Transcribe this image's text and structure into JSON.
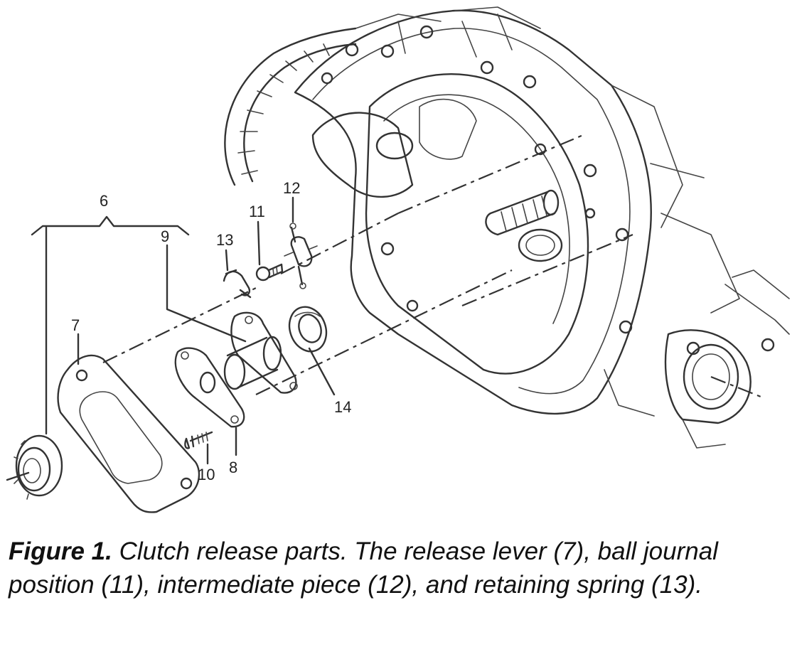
{
  "diagram": {
    "callouts": [
      {
        "id": "6",
        "text": "6"
      },
      {
        "id": "7",
        "text": "7"
      },
      {
        "id": "8",
        "text": "8"
      },
      {
        "id": "9",
        "text": "9"
      },
      {
        "id": "10",
        "text": "10"
      },
      {
        "id": "11",
        "text": "11"
      },
      {
        "id": "12",
        "text": "12"
      },
      {
        "id": "13",
        "text": "13"
      },
      {
        "id": "14",
        "text": "14"
      }
    ]
  },
  "caption": {
    "figure_label": "Figure 1.",
    "text": " Clutch release parts. The release lever (7), ball journal position (11), intermediate piece (12), and retaining spring (13)."
  }
}
